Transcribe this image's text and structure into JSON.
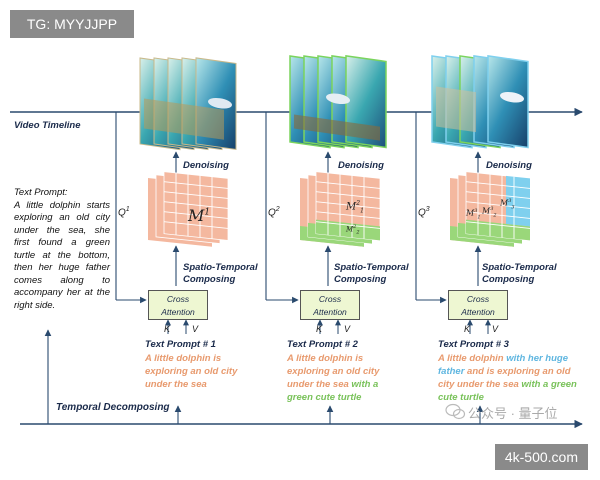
{
  "watermark_top": "TG: MYYJJPP",
  "watermark_bottom": "4k-500.com",
  "video_timeline_label": "Video Timeline",
  "temporal_decomposing_label": "Temporal Decomposing",
  "denoising_label": "Denoising",
  "stc_label_line1": "Spatio-Temporal",
  "stc_label_line2": "Composing",
  "cross_attention_line1": "Cross",
  "cross_attention_line2": "Attention",
  "k_label": "K",
  "v_label": "V",
  "text_prompt_heading": "Text Prompt:",
  "text_prompt_body": "A little dolphin starts exploring an old city under the sea, she first found a green turtle at the bottom, then her huge father comes along to accompany her at the right side.",
  "stages": [
    {
      "q_base": "Q",
      "q_sup": "1",
      "prompt_label": "Text Prompt # 1",
      "prompt_segments": [
        {
          "text": "A little dolphin is exploring an old city under the sea",
          "color": "orange"
        }
      ],
      "m_base": "M",
      "m_sup": "1"
    },
    {
      "q_base": "Q",
      "q_sup": "2",
      "prompt_label": "Text Prompt # 2",
      "prompt_segments": [
        {
          "text": "A little dolphin is exploring an old city under the sea ",
          "color": "orange"
        },
        {
          "text": "with a green cute turtle",
          "color": "green"
        }
      ],
      "m_base": "M",
      "m_sup_a": "2",
      "m_sub_a": "1",
      "m_sup_b": "2",
      "m_sub_b": "2"
    },
    {
      "q_base": "Q",
      "q_sup": "3",
      "prompt_label": "Text Prompt # 3",
      "prompt_segments": [
        {
          "text": "A little dolphin ",
          "color": "orange"
        },
        {
          "text": "with her huge father ",
          "color": "blue"
        },
        {
          "text": "and is exploring an old city under the sea ",
          "color": "orange"
        },
        {
          "text": "with a green cute turtle",
          "color": "green"
        }
      ],
      "m_base": "M",
      "m_sup_a": "3",
      "m_sub_a": "1",
      "m_sup_b": "3",
      "m_sub_b": "2",
      "m_sup_c": "3",
      "m_sub_c": "3"
    }
  ],
  "wechat_watermark": "公众号 · 量子位",
  "colors": {
    "salmon": "#f4b89f",
    "green_band": "#9ad77a",
    "blue_band": "#7fd0ee",
    "cross_attention_fill": "#eef7d2",
    "orange_text": "#e89a6e",
    "green_text": "#79c25a",
    "blue_text": "#5fb6e0",
    "line_color": "#2a4a6e"
  }
}
